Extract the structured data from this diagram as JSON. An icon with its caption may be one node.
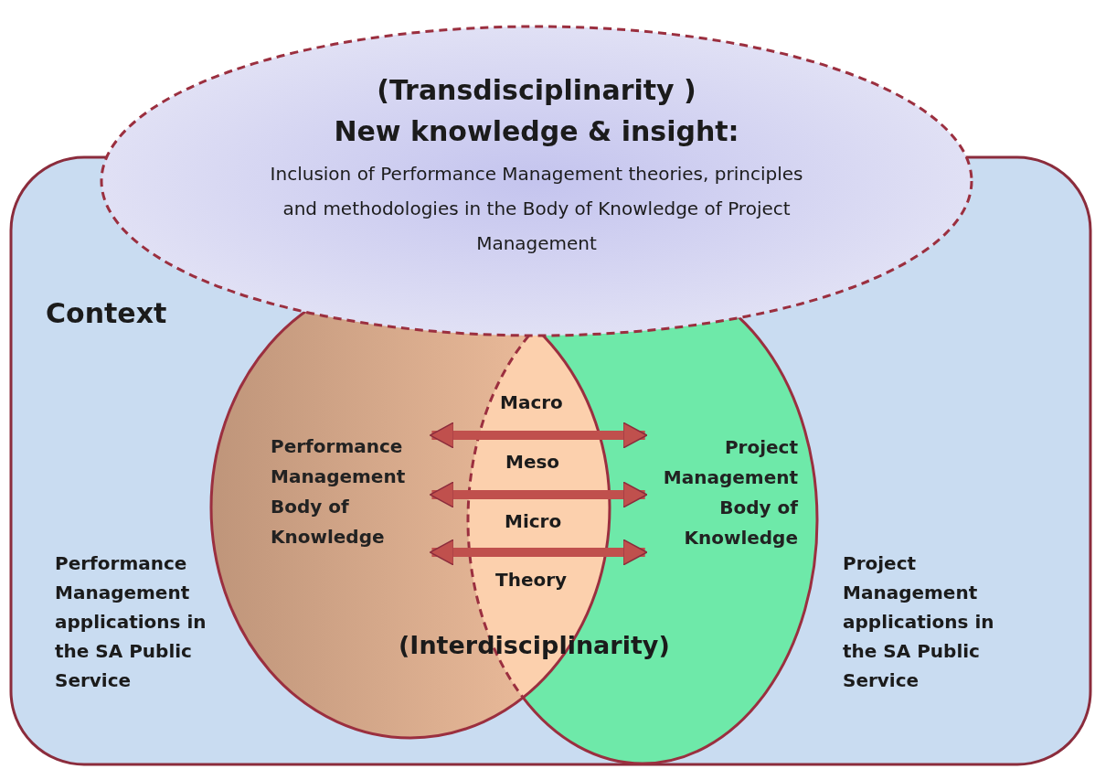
{
  "diagram": {
    "nodes": [
      {
        "text": [
          "Context"
        ]
      },
      {
        "text": [
          "(Transdisciplinarity )",
          "New knowledge & insight:",
          "Inclusion of Performance Management theories, principles and methodologies in the Body of Knowledge of Project Management"
        ]
      },
      {
        "text": [
          "Performance Management Body of Knowledge"
        ],
        "in": 0
      },
      {
        "text": [
          "Project Management Body of Knowledge"
        ],
        "in": 0
      }
    ],
    "edges": [
      {
        "from": 2,
        "to": 3,
        "arrow": "both"
      },
      {
        "from": 2,
        "to": 3,
        "arrow": "both"
      },
      {
        "from": 2,
        "to": 3,
        "arrow": "both"
      }
    ],
    "labels": [
      "Macro",
      "Meso",
      "Micro",
      "Theory",
      "(Interdisciplinarity)",
      "Performance Management applications in the SA Public Service",
      "Project Management applications in the SA Public Service"
    ]
  }
}
